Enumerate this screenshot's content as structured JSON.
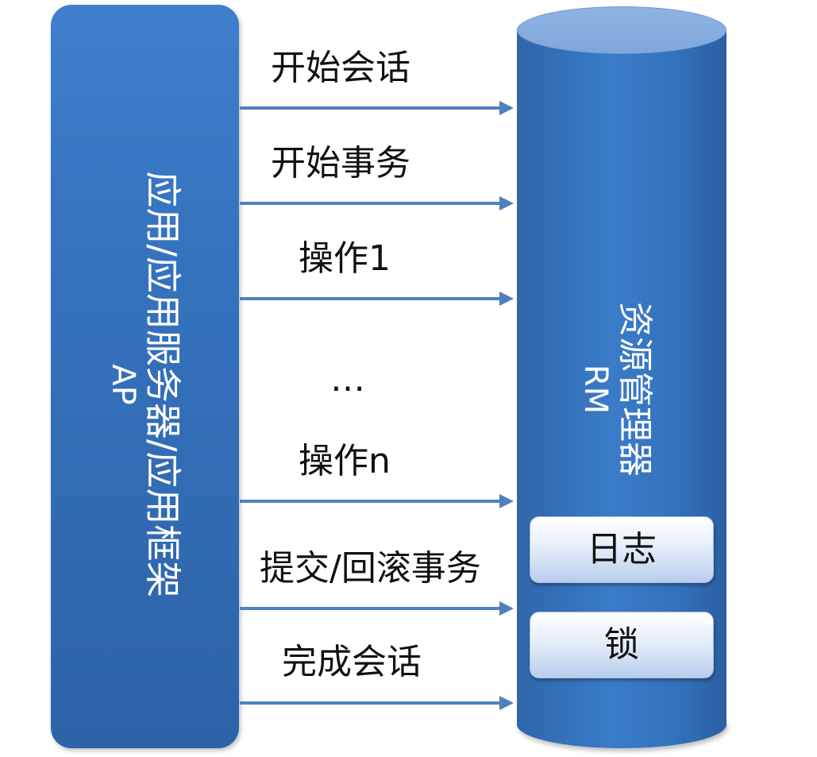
{
  "ap": {
    "title": "应用/应用服务器/应用框架",
    "abbr": "AP"
  },
  "rm": {
    "title": "资源管理器",
    "abbr": "RM",
    "log_label": "日志",
    "lock_label": "锁"
  },
  "steps": [
    {
      "label": "开始会话"
    },
    {
      "label": "开始事务"
    },
    {
      "label": "操作1"
    },
    {
      "label": "…"
    },
    {
      "label": "操作n"
    },
    {
      "label": "提交/回滚事务"
    },
    {
      "label": "完成会话"
    }
  ],
  "colors": {
    "panel_blue": "#3a7cc8",
    "cylinder_top": "#8fb3e3",
    "arrow_blue": "#4f81bd",
    "sub_box": "#dce6f5"
  }
}
